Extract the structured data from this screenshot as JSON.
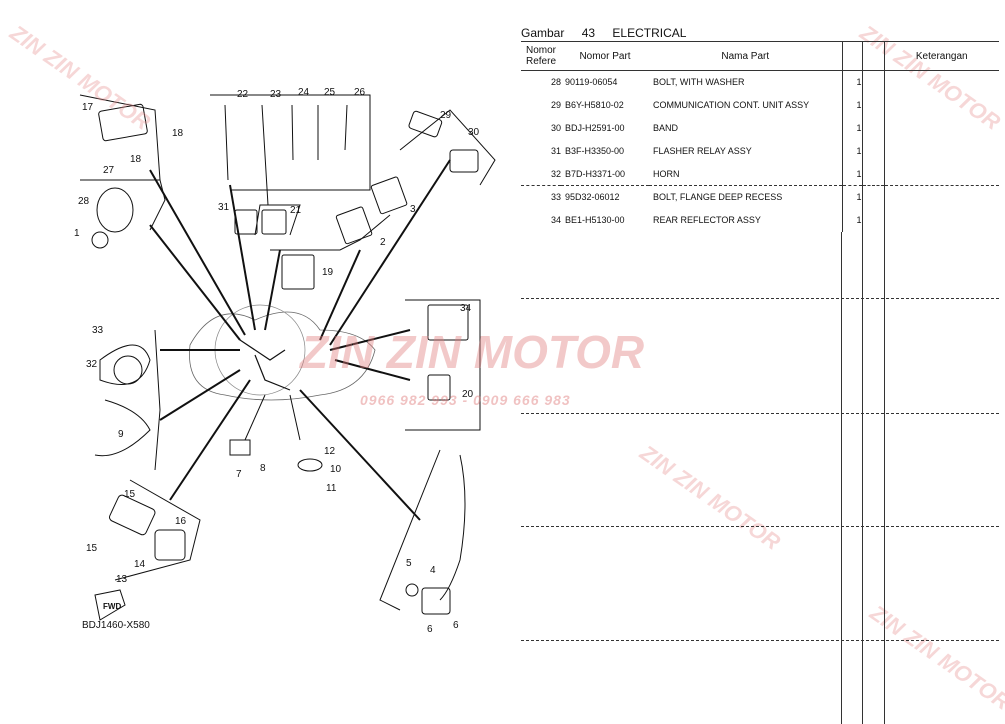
{
  "header": {
    "gambar_label": "Gambar",
    "gambar_number": "43",
    "section": "ELECTRICAL"
  },
  "table": {
    "columns": {
      "ref": "Nomor Refere",
      "part_no": "Nomor Part",
      "name": "Nama Part",
      "qty": "",
      "notes": "Keterangan"
    },
    "rows": [
      {
        "ref": "28",
        "part_no": "90119-06054",
        "name": "BOLT, WITH WASHER",
        "qty": "1"
      },
      {
        "ref": "29",
        "part_no": "B6Y-H5810-02",
        "name": "COMMUNICATION CONT. UNIT ASSY",
        "qty": "1"
      },
      {
        "ref": "30",
        "part_no": "BDJ-H2591-00",
        "name": "BAND",
        "qty": "1"
      },
      {
        "ref": "31",
        "part_no": "B3F-H3350-00",
        "name": "FLASHER RELAY ASSY",
        "qty": "1"
      },
      {
        "ref": "32",
        "part_no": "B7D-H3371-00",
        "name": "HORN",
        "qty": "1"
      },
      {
        "ref": "33",
        "part_no": "95D32-06012",
        "name": "BOLT, FLANGE DEEP RECESS",
        "qty": "1"
      },
      {
        "ref": "34",
        "part_no": "BE1-H5130-00",
        "name": "REAR REFLECTOR ASSY",
        "qty": "1"
      }
    ]
  },
  "diagram": {
    "code": "BDJ1460-X580",
    "fwd": "FWD",
    "callouts": [
      "1",
      "2",
      "3",
      "4",
      "5",
      "6",
      "6",
      "7",
      "8",
      "9",
      "10",
      "11",
      "12",
      "13",
      "14",
      "15",
      "15",
      "16",
      "17",
      "18",
      "18",
      "19",
      "20",
      "21",
      "22",
      "23",
      "24",
      "25",
      "26",
      "27",
      "28",
      "29",
      "30",
      "31",
      "32",
      "33",
      "34"
    ]
  },
  "watermark": {
    "brand": "ZIN ZIN MOTOR",
    "phones": "0966 982 993 - 0909 666 983"
  },
  "colors": {
    "watermark": "#e07a7a",
    "line": "#111111"
  }
}
